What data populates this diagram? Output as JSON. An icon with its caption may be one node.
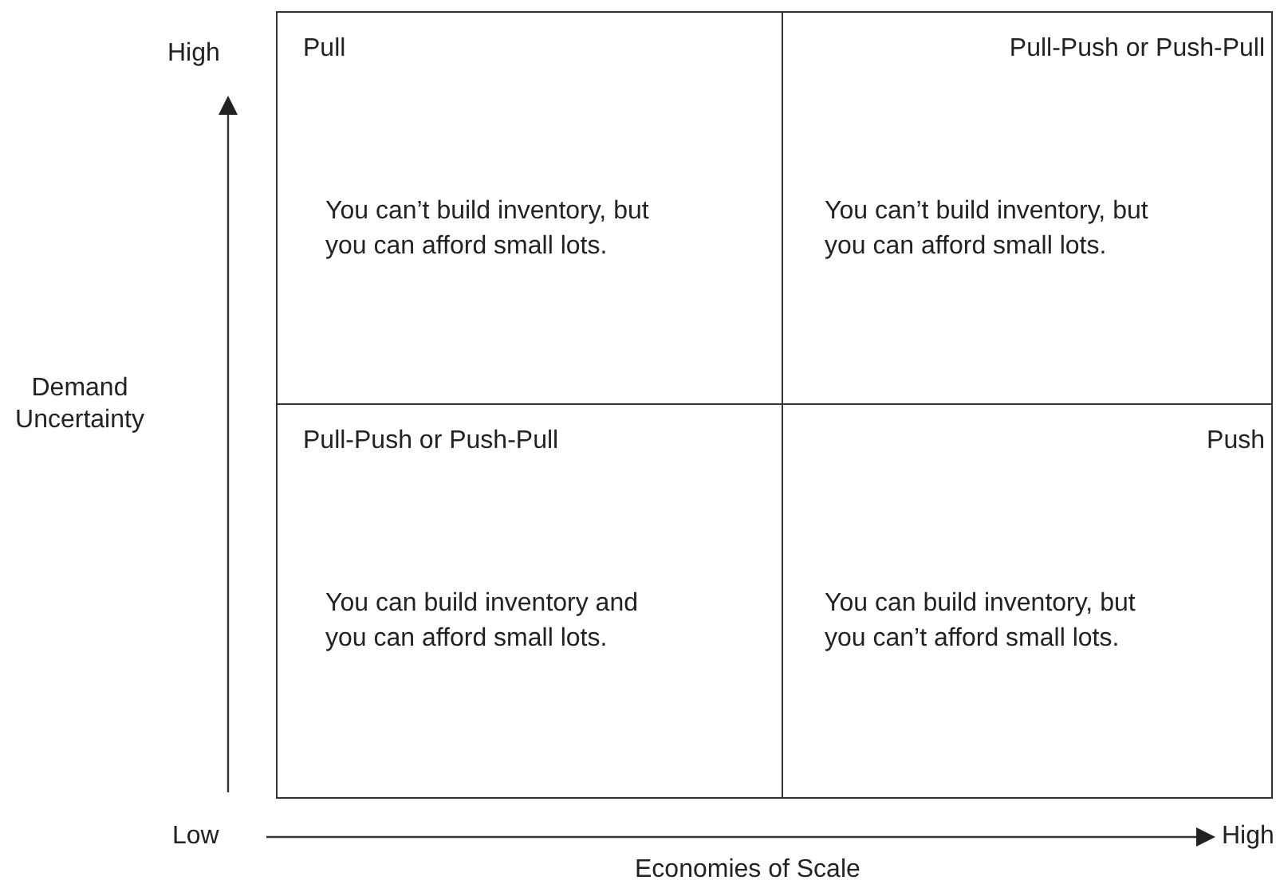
{
  "diagram": {
    "nodes": [
      {
        "text": [
          "Pull",
          "You can’t build inventory, but you can afford small lots."
        ]
      },
      {
        "text": [
          "Pull-Push or Push-Pull",
          "You can’t build inventory, but you can afford small lots."
        ]
      },
      {
        "text": [
          "Pull-Push or Push-Pull",
          "You can build inventory and you can afford small lots."
        ]
      },
      {
        "text": [
          "Push",
          "You can build inventory, but you can’t afford small lots."
        ]
      }
    ],
    "edges": [],
    "labels": [
      "High",
      "Demand Uncertainty",
      "Low",
      "High",
      "Economies of Scale"
    ]
  }
}
